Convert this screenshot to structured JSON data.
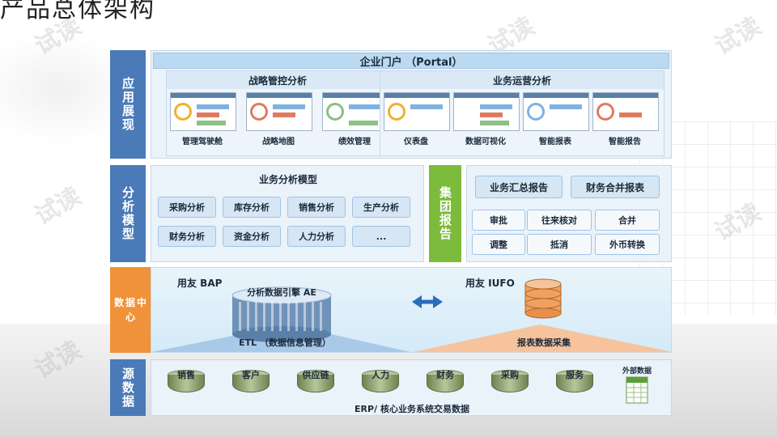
{
  "title": "产品总体架构",
  "watermark": "试读",
  "layers": {
    "app": {
      "label": "应用展现",
      "portal": "企业门户 （Portal）",
      "strategic": {
        "title": "战略管控分析",
        "items": [
          "管理驾驶舱",
          "战略地图",
          "绩效管理"
        ]
      },
      "operations": {
        "title": "业务运营分析",
        "items": [
          "仪表盘",
          "数据可视化",
          "智能报表",
          "智能报告"
        ]
      }
    },
    "analysis": {
      "label": "分析模型",
      "model_title": "业务分析模型",
      "models": [
        "采购分析",
        "库存分析",
        "销售分析",
        "生产分析",
        "财务分析",
        "资金分析",
        "人力分析",
        "..."
      ],
      "group_label": "集团报告",
      "group_top": [
        "业务汇总报告",
        "财务合并报表"
      ],
      "group_items": [
        "审批",
        "往来核对",
        "合并",
        "调整",
        "抵消",
        "外币转换"
      ]
    },
    "data": {
      "label": "数据中心",
      "bap": "用友 BAP",
      "engine": "分析数据引擎 AE",
      "etl": "ETL （数据信息管理）",
      "iufo": "用友 IUFO",
      "collect": "报表数据采集"
    },
    "source": {
      "label": "源数据",
      "dbs": [
        "销售",
        "客户",
        "供应链",
        "人力",
        "财务",
        "采购",
        "服务"
      ],
      "external": "外部数据",
      "erp": "ERP/ 核心业务系统交易数据"
    }
  },
  "colors": {
    "app_label": "#4a7ab8",
    "analysis_label": "#4a7ab8",
    "data_label": "#f0923a",
    "source_label": "#4a7ab8",
    "group_label": "#7dbb3c"
  }
}
